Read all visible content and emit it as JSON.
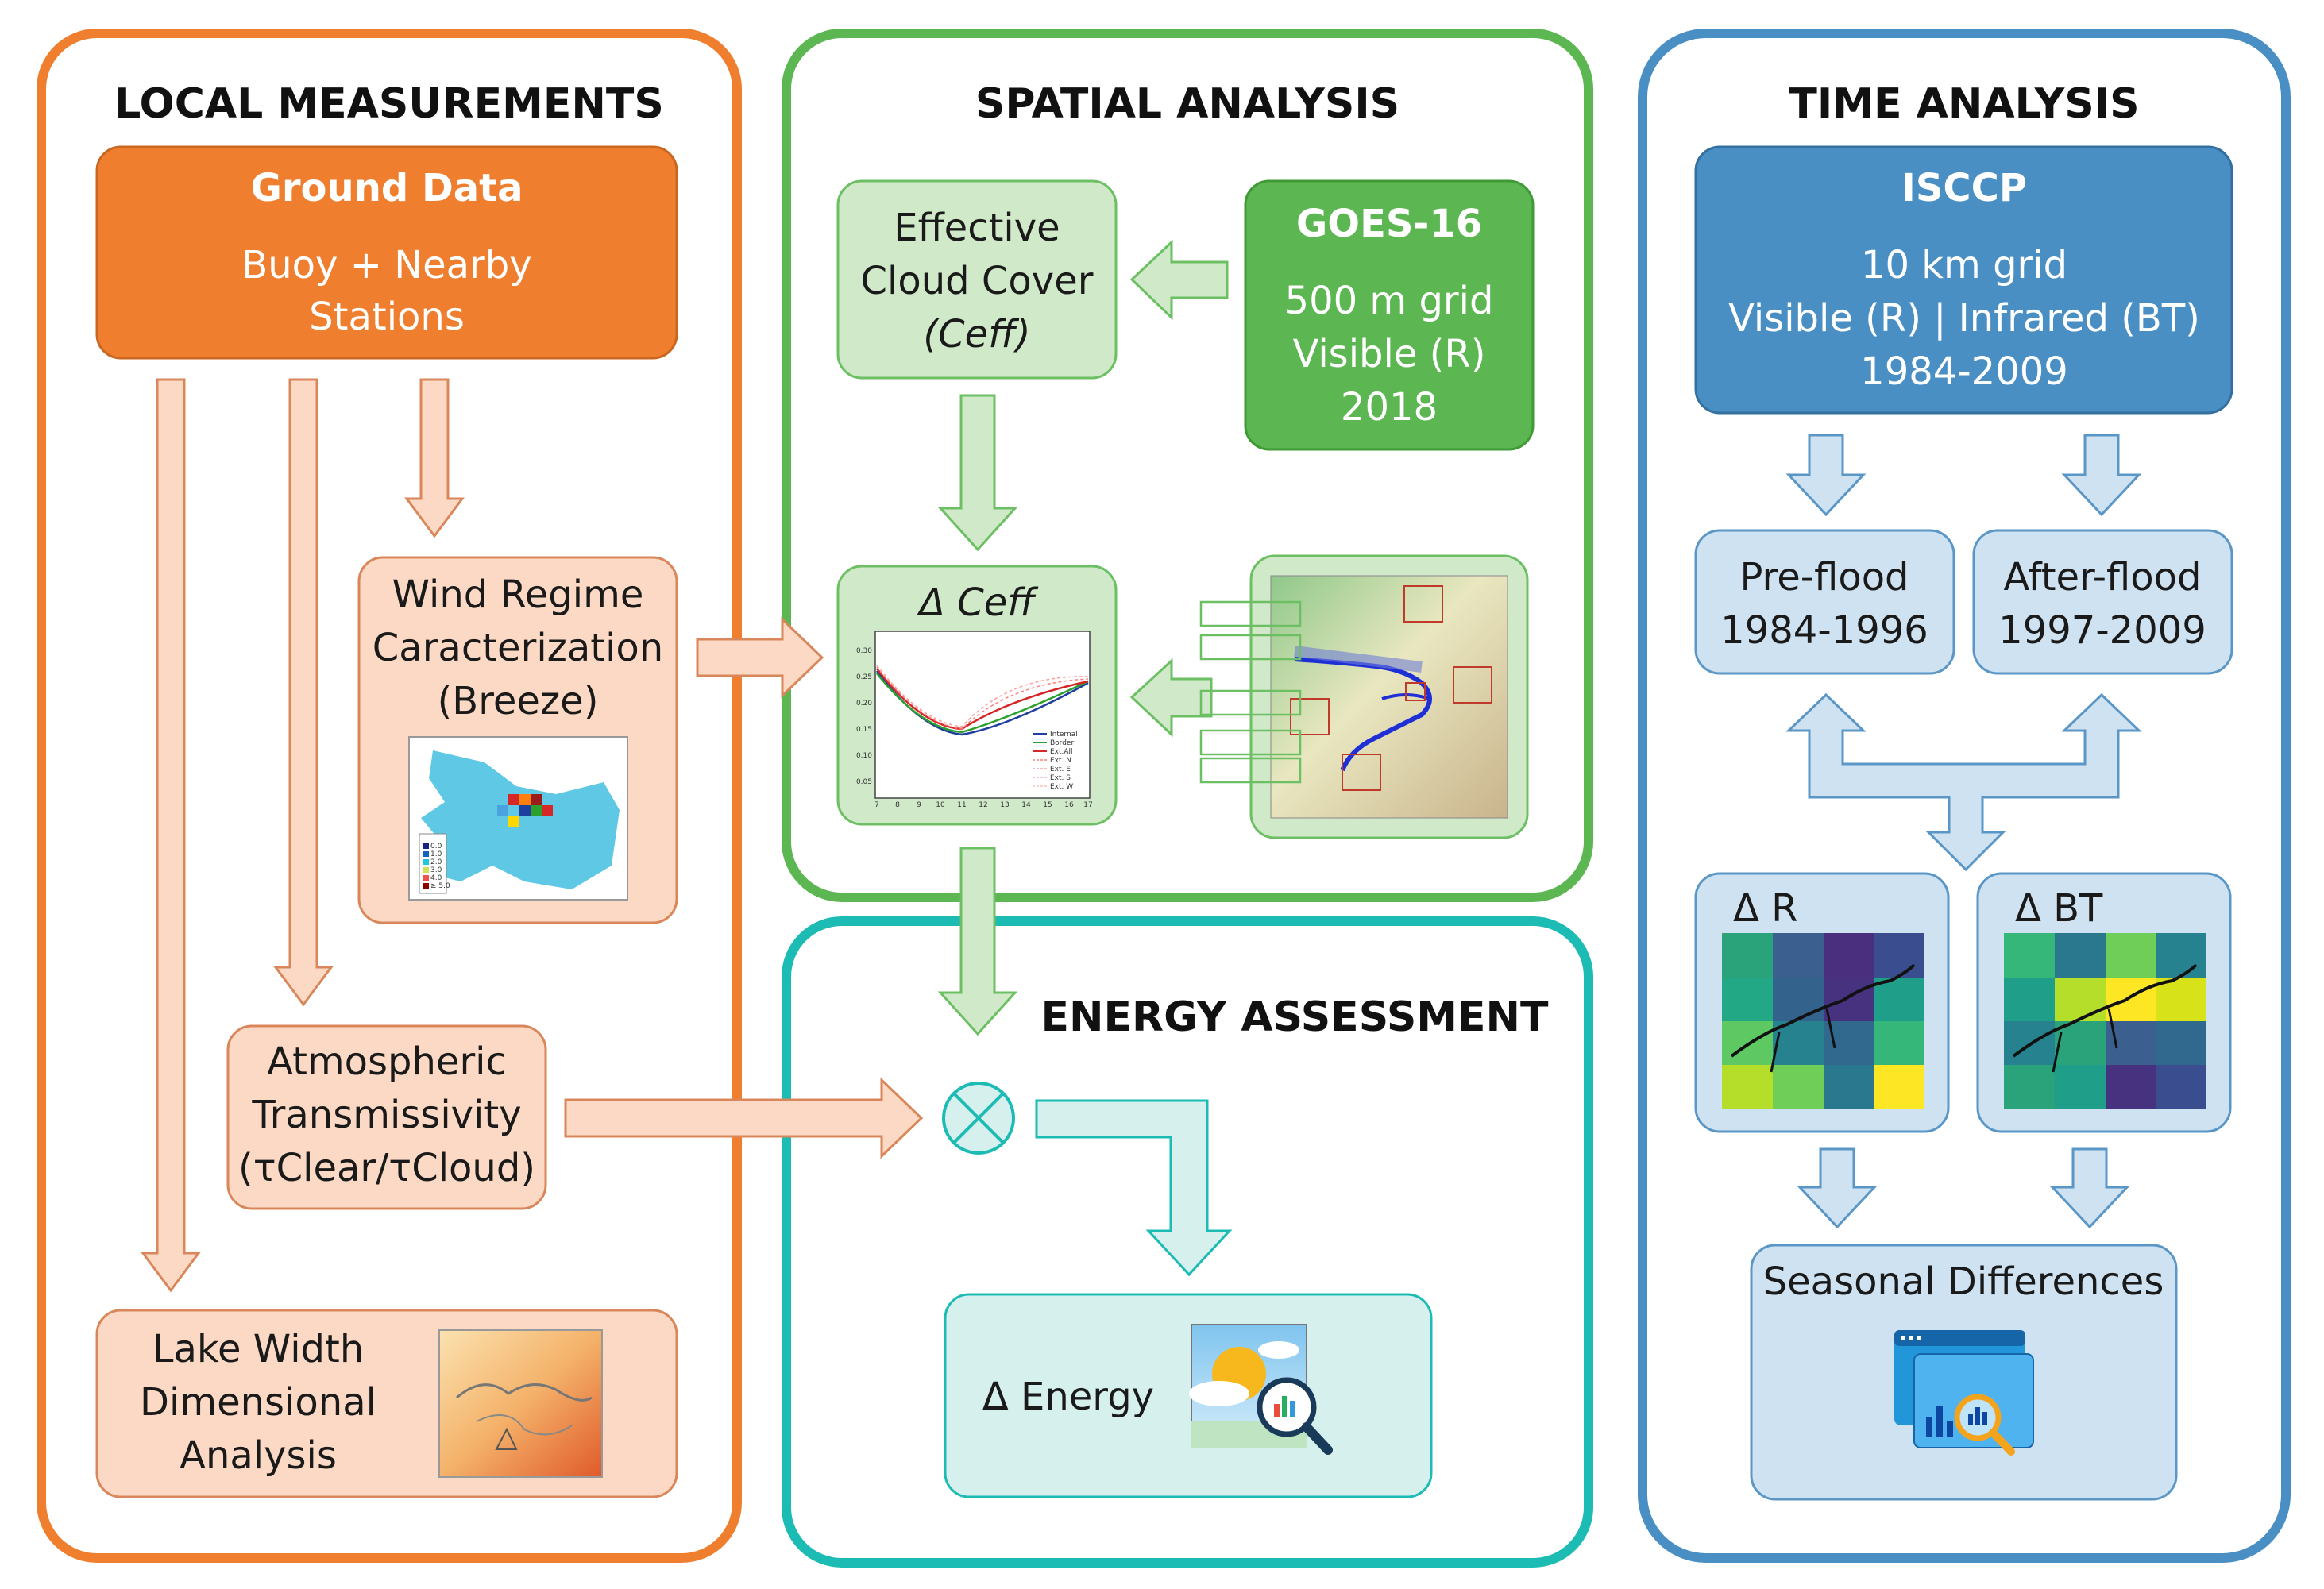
{
  "panels": {
    "local": {
      "title": "LOCAL MEASUREMENTS"
    },
    "spatial": {
      "title": "SPATIAL ANALYSIS"
    },
    "time": {
      "title": "TIME ANALYSIS"
    },
    "energy": {
      "title": "ENERGY ASSESSMENT"
    }
  },
  "local": {
    "ground_data": {
      "title": "Ground Data",
      "line1": "Buoy + Nearby",
      "line2": "Stations"
    },
    "wind": {
      "line1": "Wind Regime",
      "line2": "Caracterization",
      "line3": "(Breeze)"
    },
    "wind_legend": [
      "0.0",
      "1.0",
      "2.0",
      "3.0",
      "4.0",
      "≥ 5.0"
    ],
    "atmos": {
      "line1": "Atmospheric",
      "line2": "Transmissivity",
      "line3": "(τClear/τCloud)"
    },
    "lake": {
      "line1": "Lake Width",
      "line2": "Dimensional",
      "line3": "Analysis"
    }
  },
  "spatial": {
    "ceff_box": {
      "line1": "Effective",
      "line2": "Cloud Cover",
      "line3": "(Ceff)"
    },
    "goes": {
      "title": "GOES-16",
      "line1": "500 m grid",
      "line2": "Visible (R)",
      "line3": "2018"
    },
    "delta_ceff_label": "Δ Ceff",
    "plot_legend": [
      "Internal",
      "Border",
      "Ext.All",
      "Ext. N",
      "Ext. E",
      "Ext. S",
      "Ext. W"
    ],
    "plot_yticks": [
      "0.30",
      "0.25",
      "0.20",
      "0.15",
      "0.10",
      "0.05"
    ],
    "plot_xticks": [
      "7",
      "8",
      "9",
      "10",
      "11",
      "12",
      "13",
      "14",
      "15",
      "16",
      "17"
    ]
  },
  "energy": {
    "delta_energy": "Δ Energy"
  },
  "time": {
    "isccp": {
      "title": "ISCCP",
      "line1": "10 km grid",
      "line2": "Visible (R) | Infrared (BT)",
      "line3": "1984-2009"
    },
    "preflood": {
      "line1": "Pre-flood",
      "line2": "1984-1996"
    },
    "afterflood": {
      "line1": "After-flood",
      "line2": "1997-2009"
    },
    "delta_r": "Δ R",
    "delta_bt": "Δ BT",
    "seasonal": "Seasonal Differences"
  },
  "colors": {
    "orange": "#ef7f2f",
    "green": "#5cb651",
    "teal": "#1cbbb4",
    "blue": "#4a8fc4"
  }
}
